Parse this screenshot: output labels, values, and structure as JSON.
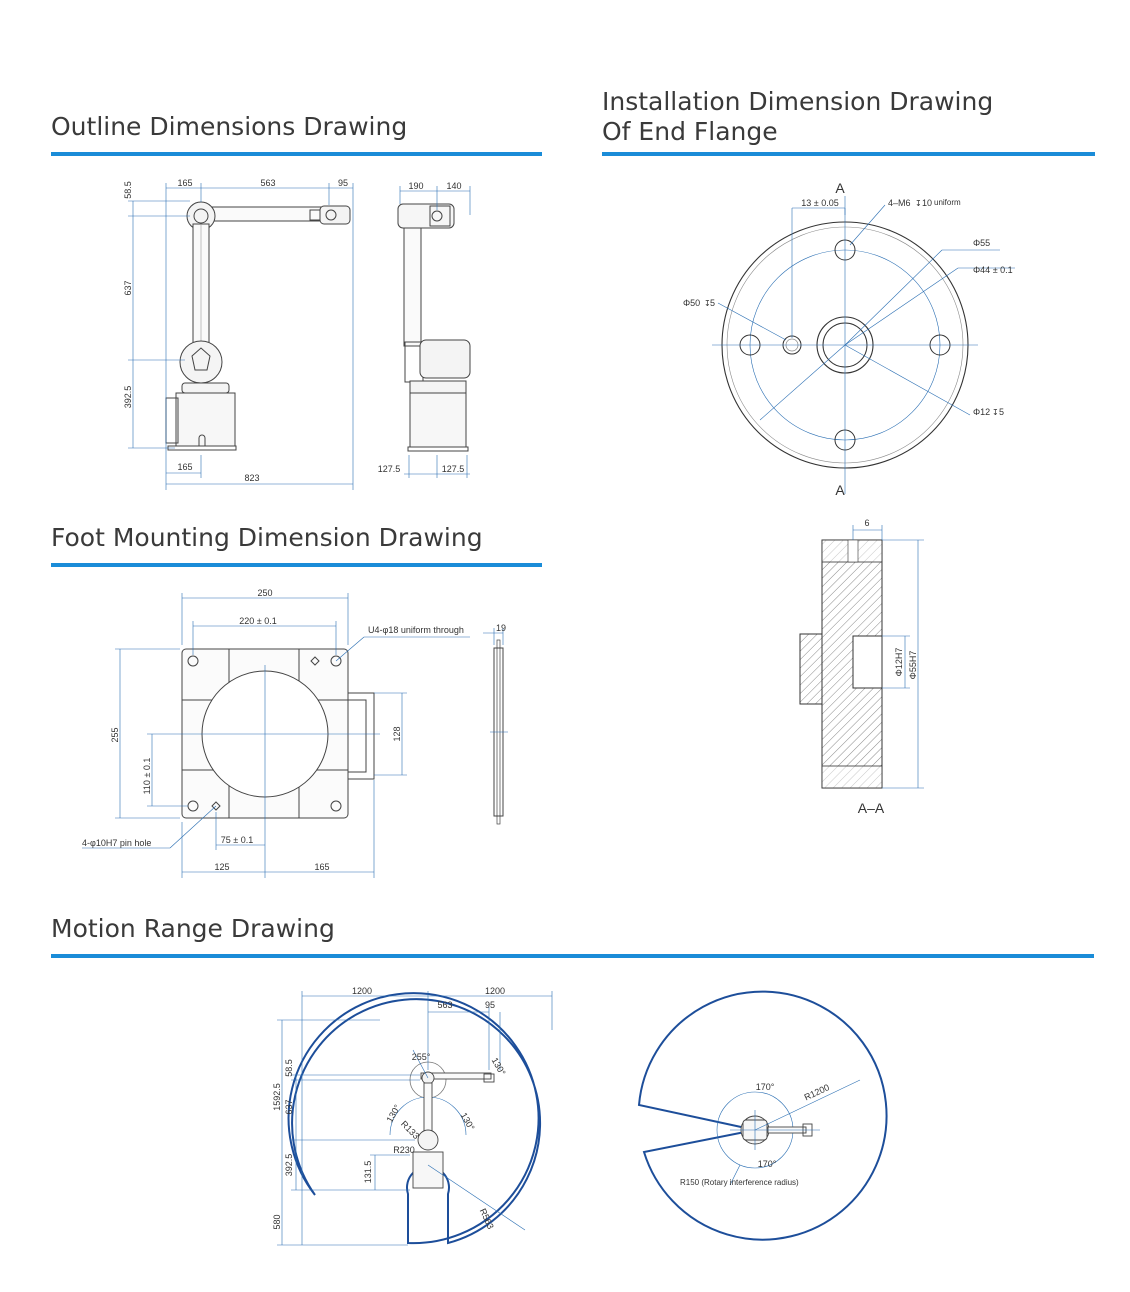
{
  "sections": {
    "outline": {
      "title": "Outline Dimensions Drawing"
    },
    "flange": {
      "title_line1": "Installation Dimension Drawing",
      "title_line2": "Of End Flange"
    },
    "foot": {
      "title": "Foot Mounting Dimension Drawing"
    },
    "motion": {
      "title": "Motion Range Drawing"
    }
  },
  "outline_dims": {
    "d165_top": "165",
    "d563": "563",
    "d95": "95",
    "d58_5": "58.5",
    "d637": "637",
    "d392_5": "392.5",
    "d165_bottom": "165",
    "d823": "823",
    "d190": "190",
    "d140": "140",
    "d127_5_left": "127.5",
    "d127_5_right": "127.5"
  },
  "flange_dims": {
    "section_a_top": "A",
    "section_a_bottom": "A",
    "d13": "13 ± 0.05",
    "m6": "4–M6",
    "m6_depth": "10",
    "uniform": "uniform",
    "phi55": "Φ55",
    "phi44": "Φ44 ± 0.1",
    "phi50": "Φ50",
    "phi50_depth": "5",
    "phi12": "Φ12",
    "phi12_depth": "5",
    "d6": "6",
    "phi12h7": "Φ12H7",
    "phi55h7": "Φ55H7",
    "section_label": "A–A"
  },
  "foot_dims": {
    "d250": "250",
    "d220": "220 ± 0.1",
    "u4": "U4-φ18 uniform through",
    "d19": "19",
    "d255": "255",
    "d128": "128",
    "d110": "110 ± 0.1",
    "pin": "4-φ10H7 pin hole",
    "d75": "75 ± 0.1",
    "d125": "125",
    "d165": "165"
  },
  "motion_dims": {
    "d1200_left": "1200",
    "d1200_right": "1200",
    "d563": "563",
    "d95": "95",
    "d58_5": "58.5",
    "d1592_5": "1592.5",
    "d637": "637",
    "d392_5": "392.5",
    "d131_5": "131.5",
    "d580": "580",
    "a255": "255°",
    "a130_a": "130°",
    "a130_b": "130°",
    "a130_c": "130°",
    "r133": "R133",
    "r230": "R230",
    "r563": "R563",
    "a170_top": "170°",
    "a170_bottom": "170°",
    "r1200": "R1200",
    "r150": "R150 (Rotary interference radius)"
  }
}
